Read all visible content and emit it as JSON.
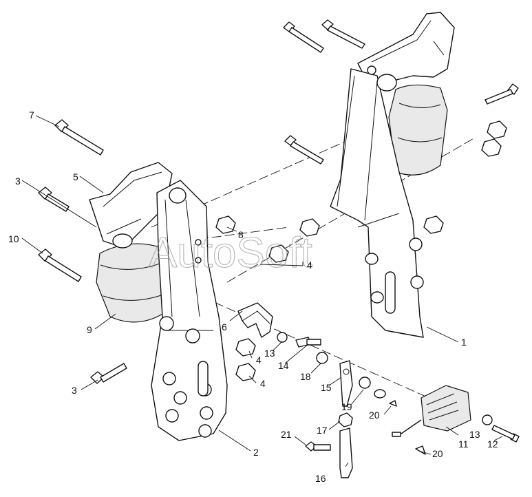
{
  "watermark": "AutoSoft",
  "callouts": [
    {
      "id": "c1",
      "label": "1"
    },
    {
      "id": "c2",
      "label": "2"
    },
    {
      "id": "c3a",
      "label": "3"
    },
    {
      "id": "c3b",
      "label": "3"
    },
    {
      "id": "c4a",
      "label": "4"
    },
    {
      "id": "c4b",
      "label": "4"
    },
    {
      "id": "c4c",
      "label": "4"
    },
    {
      "id": "c5",
      "label": "5"
    },
    {
      "id": "c6",
      "label": "6"
    },
    {
      "id": "c7",
      "label": "7"
    },
    {
      "id": "c8",
      "label": "8"
    },
    {
      "id": "c9",
      "label": "9"
    },
    {
      "id": "c10",
      "label": "10"
    },
    {
      "id": "c11",
      "label": "11"
    },
    {
      "id": "c12",
      "label": "12"
    },
    {
      "id": "c13a",
      "label": "13"
    },
    {
      "id": "c13b",
      "label": "13"
    },
    {
      "id": "c14",
      "label": "14"
    },
    {
      "id": "c15",
      "label": "15"
    },
    {
      "id": "c16",
      "label": "16"
    },
    {
      "id": "c17",
      "label": "17"
    },
    {
      "id": "c18",
      "label": "18"
    },
    {
      "id": "c19",
      "label": "19"
    },
    {
      "id": "c20a",
      "label": "20"
    },
    {
      "id": "c20b",
      "label": "20"
    },
    {
      "id": "c21",
      "label": "21"
    }
  ]
}
